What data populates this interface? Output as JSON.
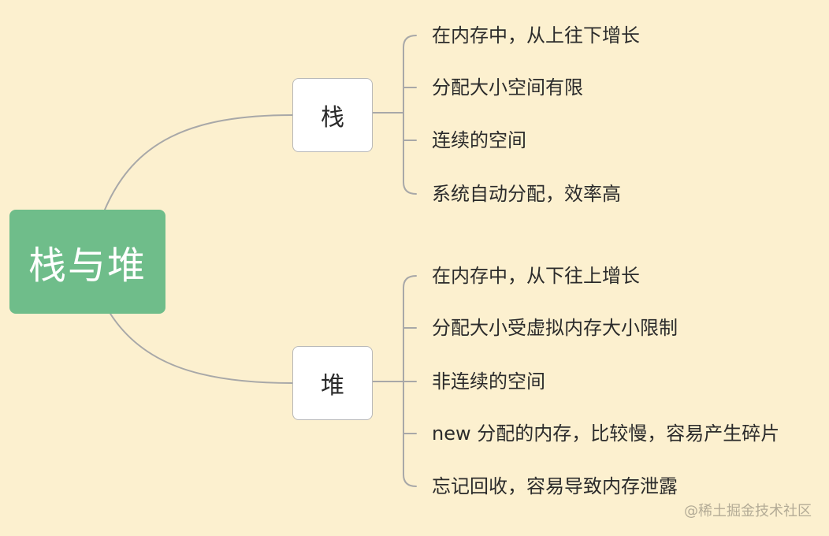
{
  "root": {
    "label": "栈与堆"
  },
  "branches": [
    {
      "label": "栈",
      "items": [
        "在内存中，从上往下增长",
        "分配大小空间有限",
        "连续的空间",
        "系统自动分配，效率高"
      ]
    },
    {
      "label": "堆",
      "items": [
        "在内存中，从下往上增长",
        "分配大小受虚拟内存大小限制",
        "非连续的空间",
        "new 分配的内存，比较慢，容易产生碎片",
        "忘记回收，容易导致内存泄露"
      ]
    }
  ],
  "watermark": "@稀土掘金技术社区",
  "colors": {
    "background": "#fcf0cf",
    "root_fill": "#6fbd8a",
    "connector": "#a8a8a8",
    "node_fill": "#ffffff"
  }
}
